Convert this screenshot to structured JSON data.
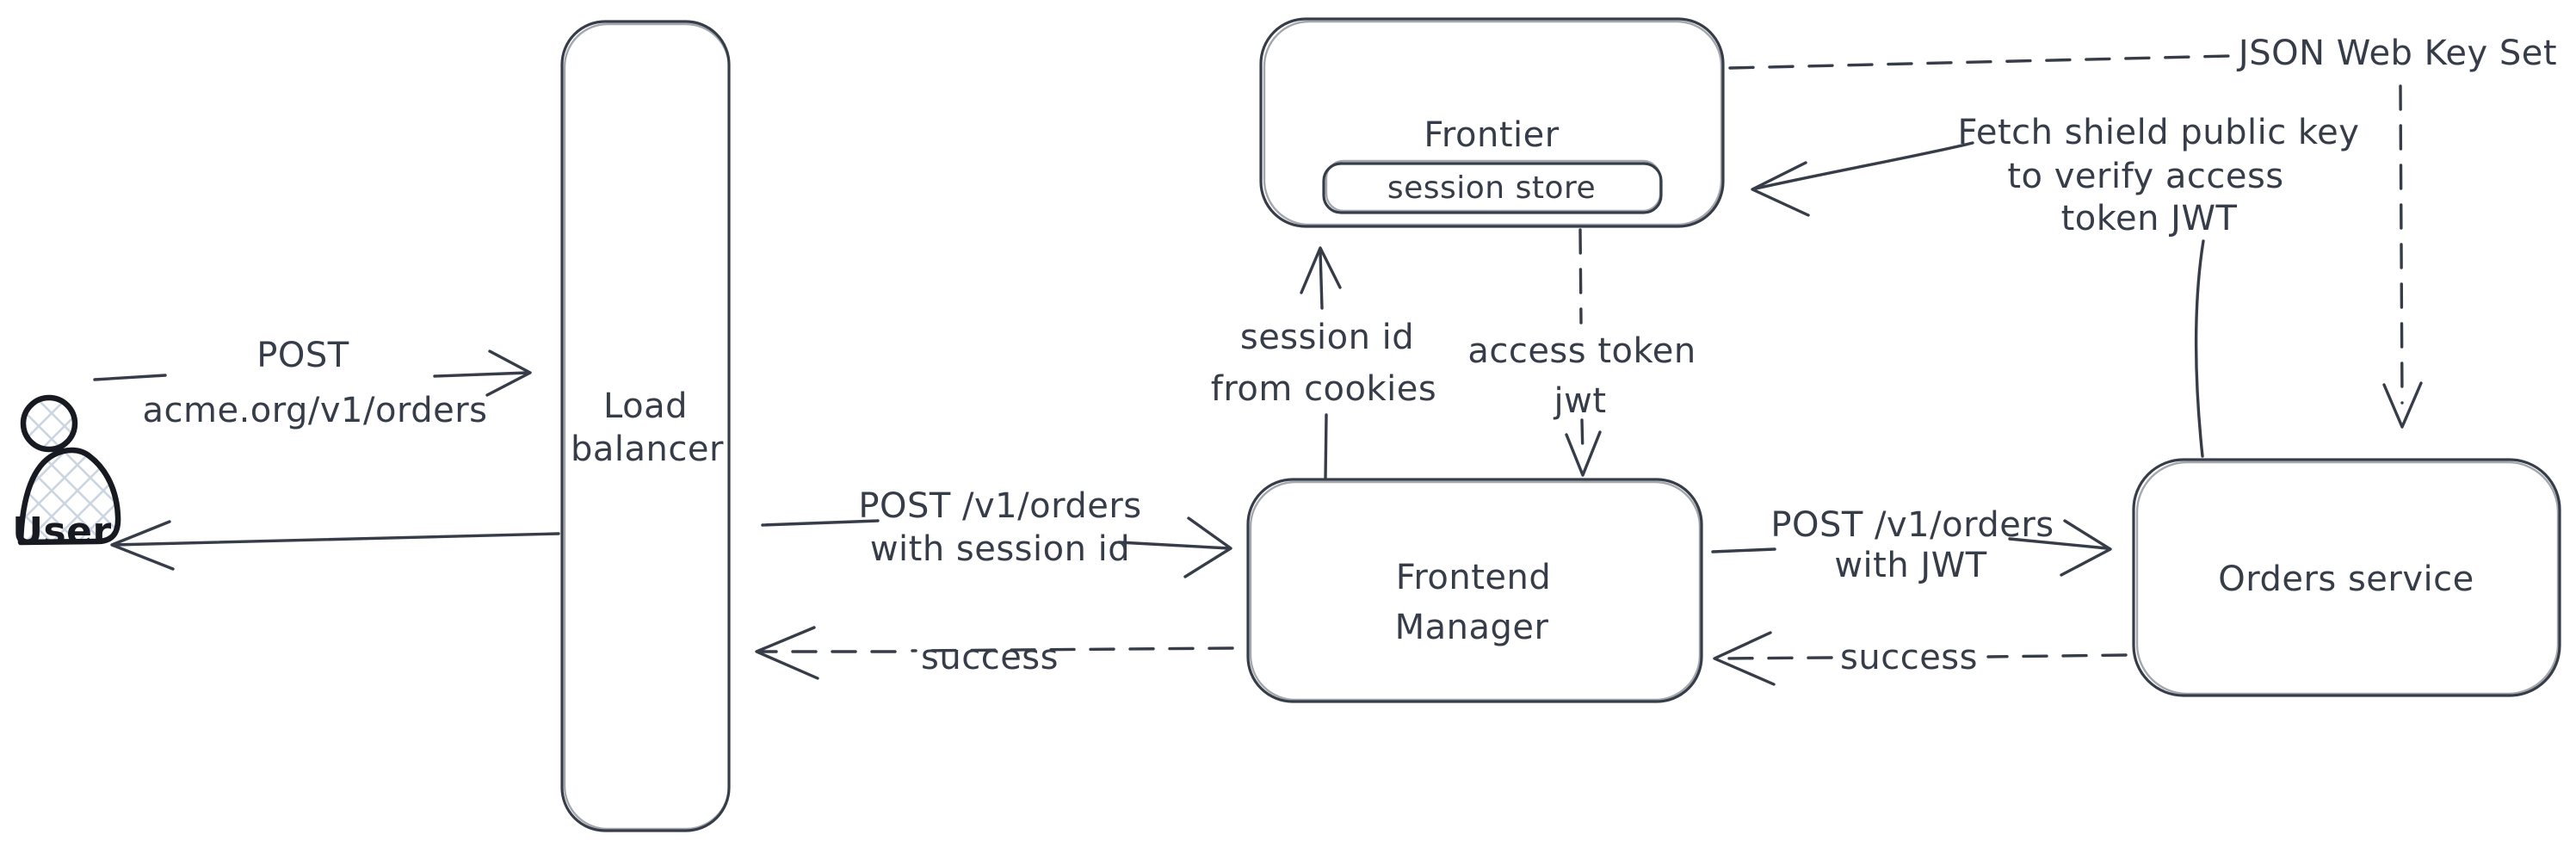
{
  "colors": {
    "ink": "#363d49",
    "user_ink": "#171a20",
    "hatch": "#ccd6e2",
    "background": "#ffffff"
  },
  "nodes": {
    "user": {
      "label": "User"
    },
    "load_balancer": {
      "line1": "Load",
      "line2": "balancer"
    },
    "frontier": {
      "label": "Frontier",
      "session_store_label": "session store"
    },
    "frontend_manager": {
      "line1": "Frontend",
      "line2": "Manager"
    },
    "orders_service": {
      "label": "Orders service"
    }
  },
  "edges": {
    "user_to_lb": {
      "line1": "POST",
      "line2": "acme.org/v1/orders"
    },
    "lb_to_fm": {
      "line1": "POST /v1/orders",
      "line2": "with session id"
    },
    "fm_to_frontier": {
      "line1": "session id",
      "line2": "from cookies"
    },
    "frontier_to_fm": {
      "line1": "access token",
      "line2": "jwt"
    },
    "fm_to_orders": {
      "line1": "POST /v1/orders",
      "line2": "with JWT"
    },
    "fm_to_lb": {
      "label": "success"
    },
    "orders_to_fm": {
      "label": "success"
    },
    "jwks": {
      "label": "JSON Web Key Set"
    },
    "fetch_key": {
      "line1": "Fetch shield public key",
      "line2": "to verify access",
      "line3": "token JWT"
    }
  }
}
